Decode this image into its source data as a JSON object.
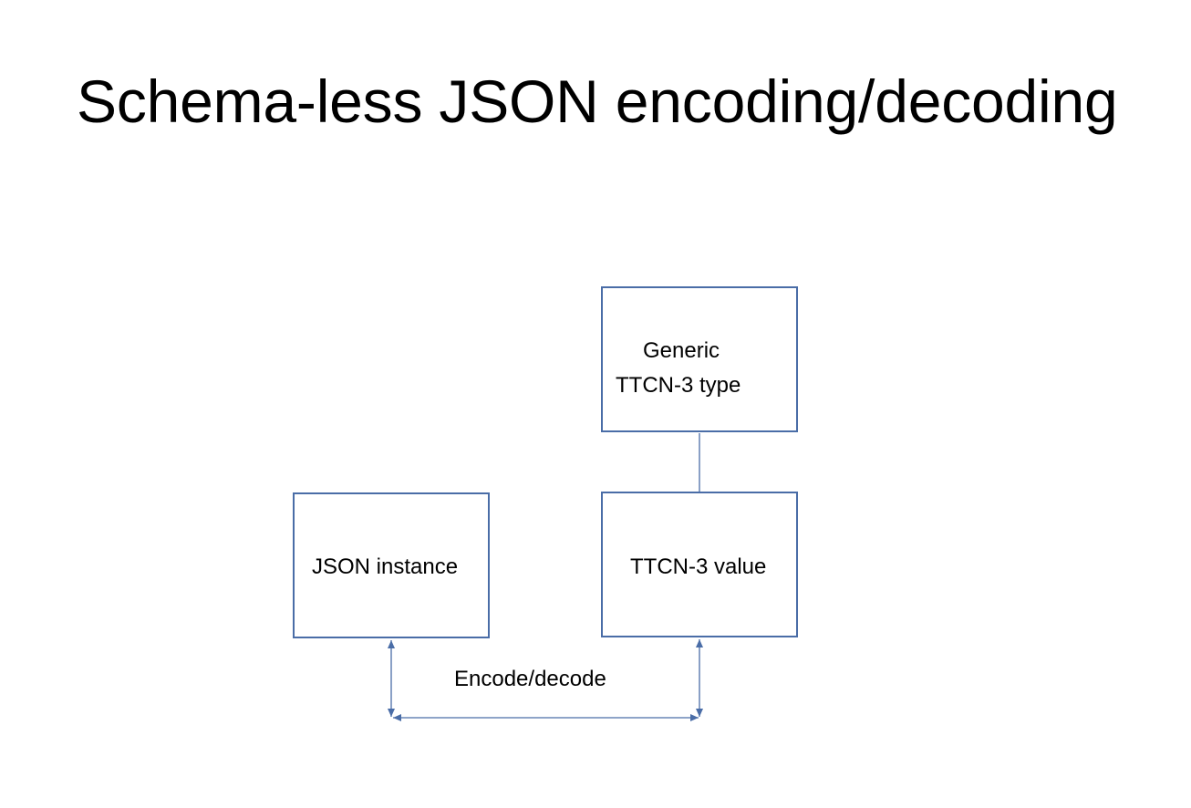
{
  "slide": {
    "title": "Schema-less JSON encoding/decoding"
  },
  "diagram": {
    "nodes": {
      "generic_type": {
        "line1": "Generic",
        "line2": "TTCN-3 type"
      },
      "json_instance": {
        "label": "JSON instance"
      },
      "ttcn3_value": {
        "label": "TTCN-3 value"
      }
    },
    "edges": {
      "type_to_value": {
        "from": "generic_type",
        "to": "ttcn3_value",
        "direction": "forward"
      },
      "encode_decode": {
        "from": "json_instance",
        "to": "ttcn3_value",
        "direction": "bidirectional",
        "label": "Encode/decode"
      }
    }
  },
  "colors": {
    "box_border": "#4a6da7",
    "connector": "#4a6da7",
    "text": "#000000",
    "background": "#ffffff"
  }
}
